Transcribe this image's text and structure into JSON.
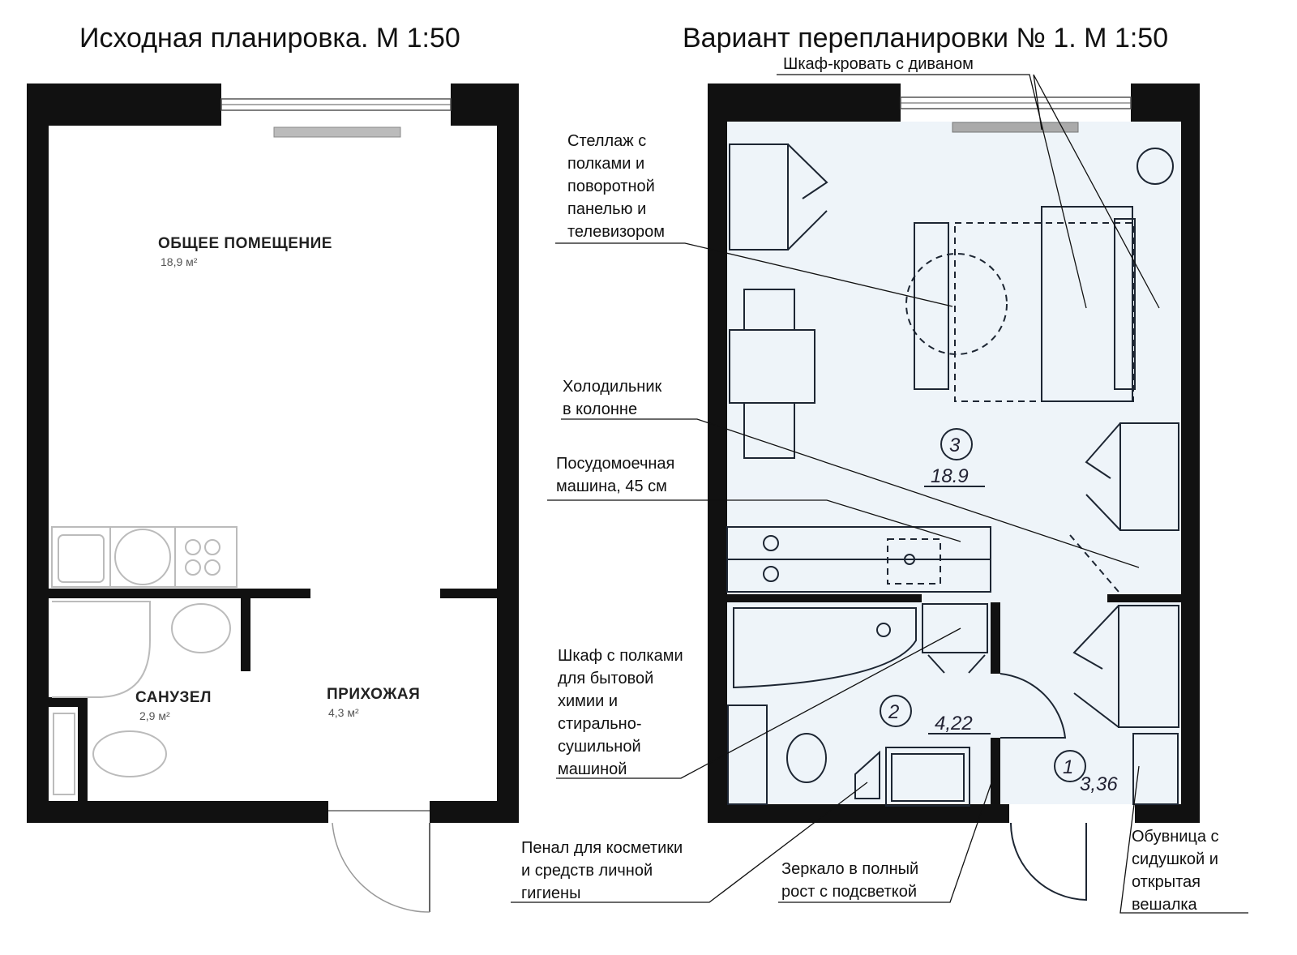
{
  "left_plan": {
    "title": "Исходная планировка. М 1:50",
    "rooms": [
      {
        "name": "ОБЩЕЕ ПОМЕЩЕНИЕ",
        "area": "18,9 м²"
      },
      {
        "name": "САНУЗЕЛ",
        "area": "2,9 м²"
      },
      {
        "name": "ПРИХОЖАЯ",
        "area": "4,3 м²"
      }
    ]
  },
  "right_plan": {
    "title": "Вариант перепланировки № 1. М 1:50",
    "rooms": [
      {
        "number": "3",
        "area": "18.9"
      },
      {
        "number": "2",
        "area": "4,22"
      },
      {
        "number": "1",
        "area": "3,36"
      }
    ],
    "annotations": [
      {
        "text": "Шкаф-кровать с диваном"
      },
      {
        "lines": [
          "Стеллаж с",
          "полками и",
          "поворотной",
          "панелью и",
          "телевизором"
        ]
      },
      {
        "lines": [
          "Холодильник",
          "в колонне"
        ]
      },
      {
        "lines": [
          "Посудомоечная",
          "машина, 45 см"
        ]
      },
      {
        "lines": [
          "Шкаф с полками",
          "для бытовой",
          "химии и",
          "стирально-",
          "сушильной",
          "машиной"
        ]
      },
      {
        "lines": [
          "Пенал для косметики",
          "и средств личной",
          "гигиены"
        ]
      },
      {
        "lines": [
          "Зеркало в полный",
          "рост с подсветкой"
        ]
      },
      {
        "lines": [
          "Обувница с",
          "сидушкой и",
          "открытая",
          "вешалка"
        ]
      }
    ]
  },
  "colors": {
    "wall": "#111111",
    "sketch_bg": "#eef4f9",
    "sketch_line": "#1d2633"
  }
}
